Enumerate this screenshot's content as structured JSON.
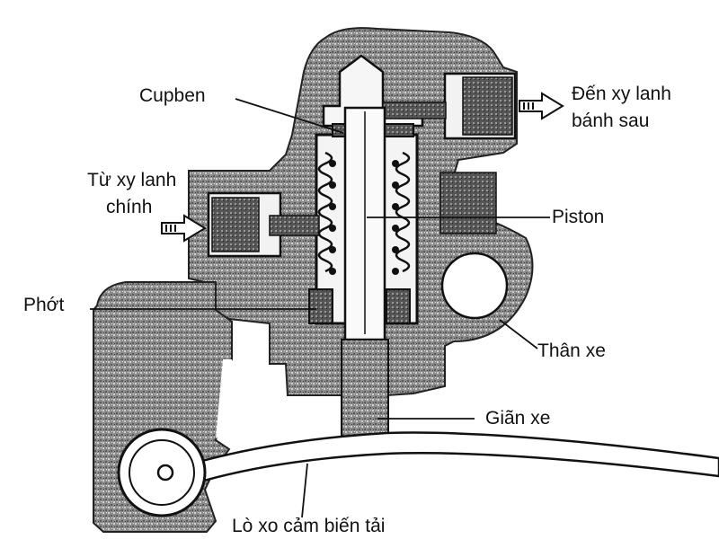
{
  "labels": {
    "cupben": "Cupben",
    "outlet_line1": "Đến xy lanh",
    "outlet_line2": "bánh sau",
    "inlet_line1": "Từ xy lanh",
    "inlet_line2": "chính",
    "piston": "Piston",
    "seal": "Phớt",
    "body": "Thân xe",
    "axle": "Giãn xe",
    "spring": "Lò xo cảm biến tải"
  },
  "colors": {
    "ink": "#111111",
    "housing_fill": "#8a8a8a",
    "paper": "#ffffff"
  }
}
